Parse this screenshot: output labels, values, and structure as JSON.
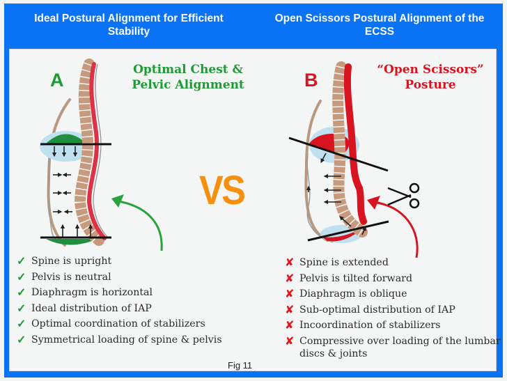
{
  "left_header": "Ideal Postural Alignment for Efficient Stability",
  "right_header": "Open Scissors Postural Alignment of the ECSS",
  "panel_a": {
    "letter": "A",
    "subtitle_line1": "Optimal Chest &",
    "subtitle_line2": "Pelvic Alignment",
    "accent_color": "#1f9a35",
    "mark": "✓",
    "items": [
      "Spine is upright",
      "Pelvis is neutral",
      "Diaphragm is horizontal",
      "Ideal distribution of IAP",
      "Optimal coordination of stabilizers",
      "Symmetrical loading of spine & pelvis"
    ]
  },
  "panel_b": {
    "letter": "B",
    "subtitle_line1": "“Open Scissors”",
    "subtitle_line2": "Posture",
    "accent_color": "#d7141f",
    "mark": "✘",
    "items": [
      "Spine is extended",
      "Pelvis is tilted forward",
      "Diaphragm is oblique",
      "Sub-optimal distribution of IAP",
      "Incoordination of stabilizers",
      "Compressive over loading of the lumbar discs & joints"
    ]
  },
  "vs_label": "VS",
  "figure_label": "Fig 11",
  "icons": {
    "check": "check-icon",
    "cross": "cross-icon",
    "scissors": "scissors-icon"
  }
}
